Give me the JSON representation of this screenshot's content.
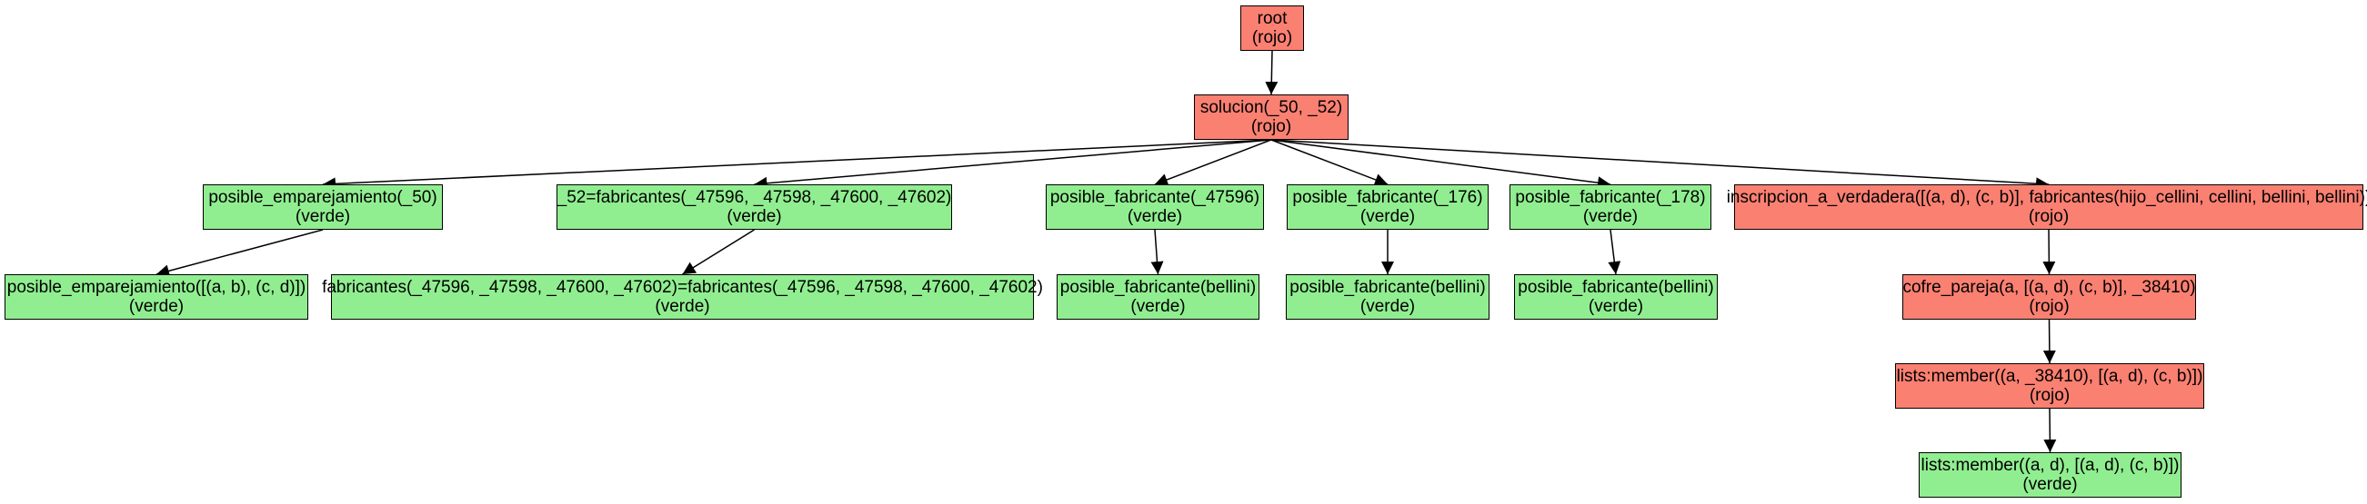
{
  "colors": {
    "rojo": "#fa8072",
    "verde": "#90ee90",
    "edge": "#000000"
  },
  "nodes": {
    "root": {
      "label": "root",
      "state": "(rojo)",
      "color": "rojo"
    },
    "solucion": {
      "label": "solucion(_50, _52)",
      "state": "(rojo)",
      "color": "rojo"
    },
    "pos_emp": {
      "label": "posible_emparejamiento(_50)",
      "state": "(verde)",
      "color": "verde"
    },
    "pos_emp_leaf": {
      "label": "posible_emparejamiento([(a, b), (c, d)])",
      "state": "(verde)",
      "color": "verde"
    },
    "fab_eq": {
      "label": "_52=fabricantes(_47596, _47598, _47600, _47602)",
      "state": "(verde)",
      "color": "verde"
    },
    "fab_eq_leaf": {
      "label": "fabricantes(_47596, _47598, _47600, _47602)=fabricantes(_47596, _47598, _47600, _47602)",
      "state": "(verde)",
      "color": "verde"
    },
    "pf1": {
      "label": "posible_fabricante(_47596)",
      "state": "(verde)",
      "color": "verde"
    },
    "pf1_leaf": {
      "label": "posible_fabricante(bellini)",
      "state": "(verde)",
      "color": "verde"
    },
    "pf2": {
      "label": "posible_fabricante(_176)",
      "state": "(verde)",
      "color": "verde"
    },
    "pf2_leaf": {
      "label": "posible_fabricante(bellini)",
      "state": "(verde)",
      "color": "verde"
    },
    "pf3": {
      "label": "posible_fabricante(_178)",
      "state": "(verde)",
      "color": "verde"
    },
    "pf3_leaf": {
      "label": "posible_fabricante(bellini)",
      "state": "(verde)",
      "color": "verde"
    },
    "inscripcion": {
      "label": "inscripcion_a_verdadera([(a, d), (c, b)], fabricantes(hijo_cellini, cellini, bellini, bellini))",
      "state": "(rojo)",
      "color": "rojo"
    },
    "cofre": {
      "label": "cofre_pareja(a, [(a, d), (c, b)], _38410)",
      "state": "(rojo)",
      "color": "rojo"
    },
    "member1": {
      "label": "lists:member((a, _38410), [(a, d), (c, b)])",
      "state": "(rojo)",
      "color": "rojo"
    },
    "member2": {
      "label": "lists:member((a, d), [(a, d), (c, b)])",
      "state": "(verde)",
      "color": "verde"
    }
  },
  "edges": [
    [
      "root",
      "solucion"
    ],
    [
      "solucion",
      "pos_emp"
    ],
    [
      "solucion",
      "fab_eq"
    ],
    [
      "solucion",
      "pf1"
    ],
    [
      "solucion",
      "pf2"
    ],
    [
      "solucion",
      "pf3"
    ],
    [
      "solucion",
      "inscripcion"
    ],
    [
      "pos_emp",
      "pos_emp_leaf"
    ],
    [
      "fab_eq",
      "fab_eq_leaf"
    ],
    [
      "pf1",
      "pf1_leaf"
    ],
    [
      "pf2",
      "pf2_leaf"
    ],
    [
      "pf3",
      "pf3_leaf"
    ],
    [
      "inscripcion",
      "cofre"
    ],
    [
      "cofre",
      "member1"
    ],
    [
      "member1",
      "member2"
    ]
  ]
}
